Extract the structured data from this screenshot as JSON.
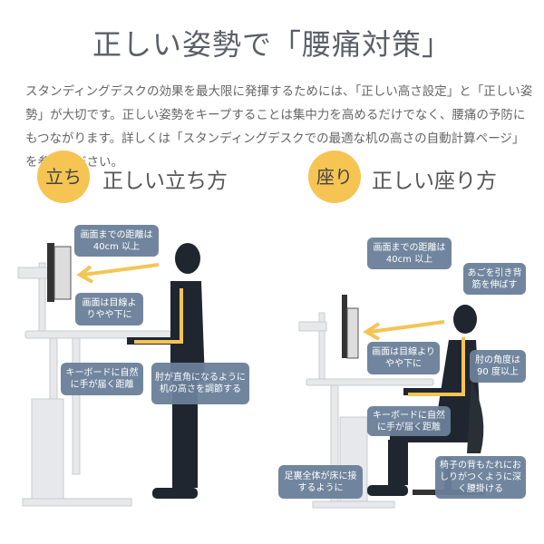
{
  "title": "正しい姿勢で「腰痛対策」",
  "intro": "スタンディングデスクの効果を最大限に発揮するためには、「正しい高さ設定」と「正しい姿勢」が大切です。正しい姿勢をキープすることは集中力を高めるだけでなく、腰痛の予防にもつながります。詳しくは「スタンディングデスクでの最適な机の高さの自動計算ページ」を参照ください。",
  "accent_color": "#f6c453",
  "box_color": "#6a8099",
  "standing": {
    "badge": "立ち",
    "heading": "正しい立ち方",
    "notes": [
      "画面までの距離は40cm 以上",
      "画面は目線よりやや下に",
      "キーボードに自然に手が届く距離",
      "肘が直角になるように机の高さを調節する"
    ]
  },
  "sitting": {
    "badge": "座り",
    "heading": "正しい座り方",
    "notes": [
      "画面までの距離は40cm 以上",
      "あごを引き背筋を伸ばす",
      "画面は目線よりやや下に",
      "肘の角度は90 度以上",
      "キーボードに自然に手が届く距離",
      "椅子の背もたれにおしりがつくように深く腰掛ける",
      "足裏全体が床に接するように"
    ]
  }
}
